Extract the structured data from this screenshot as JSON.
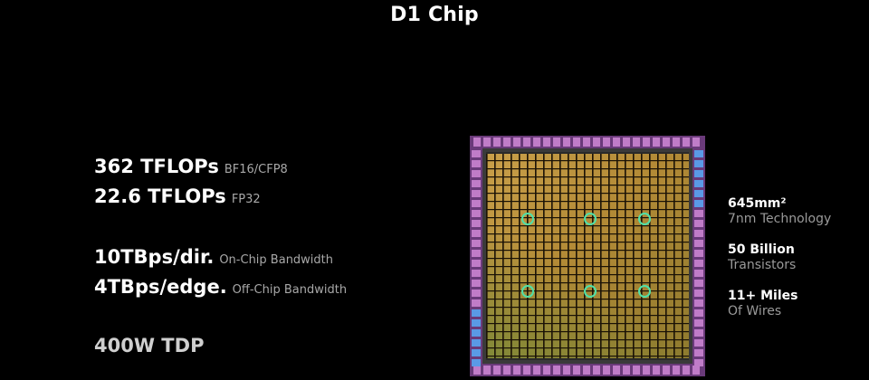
{
  "title": "D1 Chip",
  "specs": [
    {
      "value": "362 TFLOPs",
      "note": "BF16/CFP8"
    },
    {
      "value": "22.6 TFLOPs",
      "note": "FP32"
    },
    {
      "value": "10TBps/dir.",
      "note": "On-Chip Bandwidth"
    },
    {
      "value": "4TBps/edge.",
      "note": "Off-Chip Bandwidth"
    },
    {
      "value": "400W TDP",
      "note": ""
    }
  ],
  "stats": [
    {
      "value": "645mm²",
      "label": "7nm Technology"
    },
    {
      "value": "50 Billion",
      "label": "Transistors"
    },
    {
      "value": "11+ Miles",
      "label": "Of Wires"
    }
  ],
  "colors": {
    "background": "#000000",
    "die_core": "#b9913a",
    "io_ring": "#c07cc8",
    "io_ring_alt": "#5a9ae6",
    "grid_line": "#1a1206",
    "hotspot": "#4fe0a8"
  }
}
